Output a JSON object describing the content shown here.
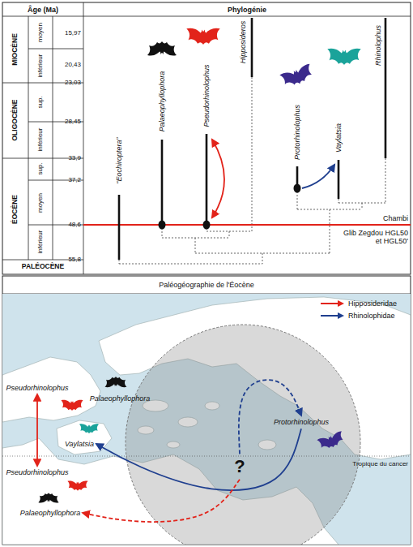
{
  "diagram": {
    "nodes": [
      {
        "text": [
          "Pseudorhinolophus"
        ]
      },
      {
        "text": [
          "Palaeophyllophora"
        ]
      },
      {
        "text": [
          "Vaylatsia"
        ]
      },
      {
        "text": [
          "Protorhinolophus"
        ]
      },
      {
        "text": [
          "?"
        ]
      },
      {
        "text": [
          "Pseudorhinolophus"
        ]
      },
      {
        "text": [
          "Palaeophyllophora"
        ]
      }
    ],
    "edges": [
      {
        "from": 0,
        "to": 5,
        "arrow": "both"
      },
      {
        "from": 3,
        "to": 2,
        "arrow": "to"
      },
      {
        "from": 4,
        "to": 3,
        "arrow": "to"
      },
      {
        "from": 4,
        "to": 6,
        "arrow": "to"
      }
    ],
    "labels": [
      "Âge (Ma)",
      "Phylogénie",
      "MIOCÈNE",
      "moyen",
      "inférieur",
      "15,97",
      "20,43",
      "23,03",
      "OLIGOCÈNE",
      "sup.",
      "inférieur",
      "28,45",
      "33,9",
      "ÉOCÈNE",
      "sup.",
      "moyen",
      "inférieur",
      "37,2",
      "48,6",
      "55,8",
      "PALÉOCÈNE",
      "“Eochiroptera”",
      "Palaeophyllophora",
      "Pseudorhinolophus",
      "Hipposideros",
      "Protorhinolophus",
      "Vaylatsia",
      "Rhinolophus",
      "Chambi",
      "Glib Zegdou HGL50 et HGL50'",
      "Paléogéographie de l'Éocène",
      "Tropique du cancer"
    ],
    "legend": [
      {
        "text": "Hipposideridae"
      },
      {
        "text": "Rhinolophidae"
      }
    ]
  }
}
